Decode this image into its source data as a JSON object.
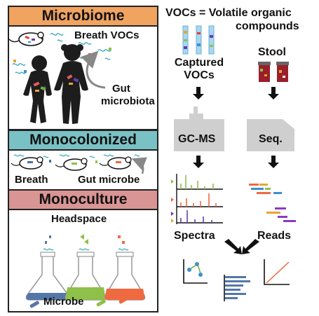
{
  "colors": {
    "microbiome": "#f0a460",
    "monocolonized": "#79c1c4",
    "monoculture": "#d99593",
    "instrument": "#cfcfcf",
    "flask_blue": "#5577a8",
    "flask_green": "#8fc04a",
    "flask_orange": "#ef6a40"
  },
  "left": {
    "microbiome": {
      "title": "Microbiome",
      "breath_vocs": "Breath VOCs",
      "gut_line1": "Gut",
      "gut_line2": "microbiota"
    },
    "monocolonized": {
      "title": "Monocolonized",
      "breath": "Breath",
      "gut_microbe": "Gut microbe"
    },
    "monoculture": {
      "title": "Monoculture",
      "headspace": "Headspace",
      "microbe": "Microbe"
    }
  },
  "right": {
    "definition_line1": "VOCs = Volatile organic",
    "definition_line2": "compounds",
    "captured_line1": "Captured",
    "captured_line2": "VOCs",
    "stool": "Stool",
    "gcms": "GC-MS",
    "seq": "Seq.",
    "spectra": "Spectra",
    "reads": "Reads"
  },
  "icons": [
    "mouse-icon",
    "child-silhouette-icon",
    "vial-icon",
    "tube-icon",
    "instrument-icon",
    "flask-icon",
    "arrow-down-icon",
    "scatter-plot-icon",
    "bar-chart-icon",
    "line-plot-icon"
  ]
}
